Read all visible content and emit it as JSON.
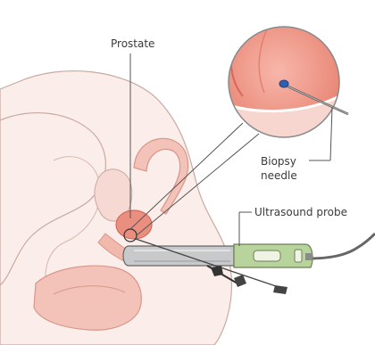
{
  "labels": {
    "prostate": "Prostate",
    "biopsy_line1": "Biopsy",
    "biopsy_line2": "needle",
    "ultrasound": "Ultrasound probe"
  },
  "colors": {
    "body_outline": "#c9a9a2",
    "body_fill": "#fbeeea",
    "tissue_fill": "#f3c2b8",
    "organ_fill": "#ea8f80",
    "organ_dark": "#d46a5c",
    "probe_gray": "#c7c9cb",
    "probe_green": "#b9d39c",
    "label_text": "#3a3a3a"
  }
}
